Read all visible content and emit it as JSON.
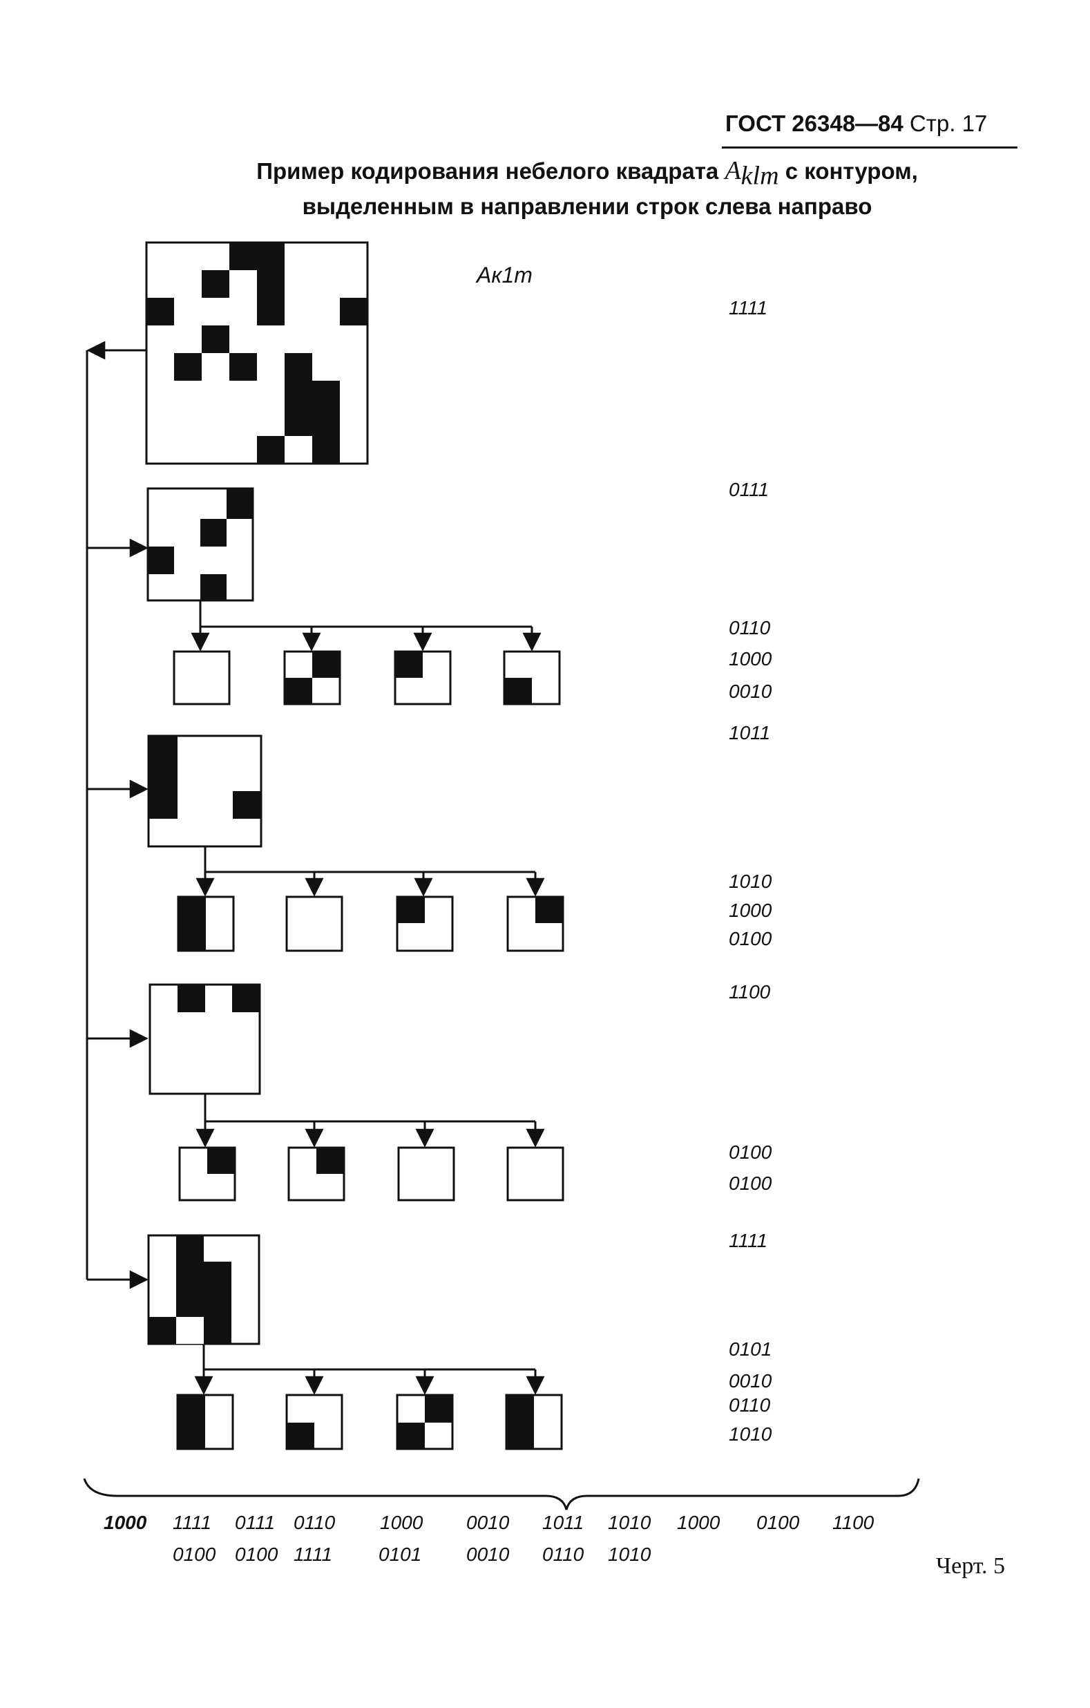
{
  "header": {
    "standard": "ГОСТ 26348—84",
    "page_label": "Стр.",
    "page_number": "17"
  },
  "title": {
    "line1_before": "Пример кодирования небелого квадрата ",
    "symbol": "A",
    "subscript": "klm",
    "line1_after": " с контуром,",
    "line2": "выделенным в направлении строк слева направо"
  },
  "diagram_label": "Aк1m",
  "codes": [
    "1111",
    "0111",
    "0110",
    "1000",
    "0010",
    "1011",
    "1010",
    "1000",
    "0100",
    "1100",
    "0100",
    "0100",
    "1111",
    "0101",
    "0010",
    "0110",
    "1010"
  ],
  "bottom_row1": [
    "1000",
    "1111",
    "0111",
    "0110",
    "1000",
    "0010",
    "1011",
    "1010",
    "1000",
    "0100",
    "1100"
  ],
  "bottom_row2": [
    "0100",
    "0100",
    "1111",
    "0101",
    "0010",
    "0110",
    "1010"
  ],
  "figure_label": "Черт. 5"
}
